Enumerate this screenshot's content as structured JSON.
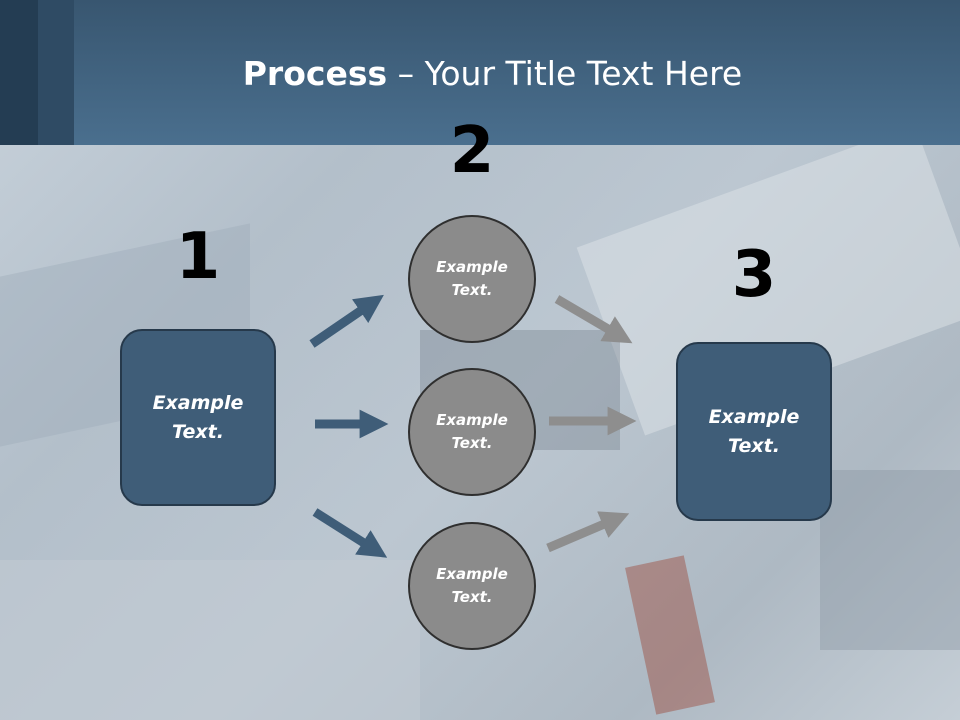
{
  "title": {
    "bold": "Process",
    "rest": " – Your Title Text Here"
  },
  "steps": {
    "one": "1",
    "two": "2",
    "three": "3"
  },
  "left_box": {
    "text": "Example Text."
  },
  "circles": [
    {
      "text": "Example Text."
    },
    {
      "text": "Example Text."
    },
    {
      "text": "Example Text."
    }
  ],
  "right_box": {
    "text": "Example Text."
  },
  "colors": {
    "title_bar": "#4a6f8e",
    "box_fill": "#3f5d78",
    "circle_fill": "#8b8b8b",
    "arrow_blue": "#3f5d78",
    "arrow_gray": "#8e8e8e"
  }
}
